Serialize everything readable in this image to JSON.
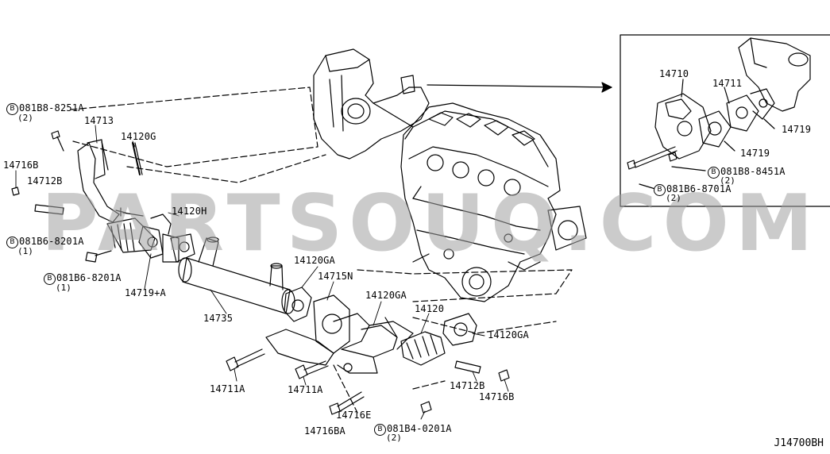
{
  "watermark": "PARTSOUQ.COM",
  "diagram_code": "J14700BH",
  "labels": {
    "l_081b8_8251a": "081B8-8251A",
    "q_081b8_8251a": "(2)",
    "l_14713": "14713",
    "l_14120g": "14120G",
    "l_14716b_left": "14716B",
    "l_14712b_left": "14712B",
    "l_14120h": "14120H",
    "l_081b6_8201a_a": "081B6-8201A",
    "q_081b6_8201a_a": "(1)",
    "l_081b6_8201a_b": "081B6-8201A",
    "q_081b6_8201a_b": "(1)",
    "l_14719a": "14719+A",
    "l_14735": "14735",
    "l_14120ga_a": "14120GA",
    "l_14715n": "14715N",
    "l_14120ga_b": "14120GA",
    "l_14120": "14120",
    "l_14120ga_c": "14120GA",
    "l_14711a_a": "14711A",
    "l_14711a_b": "14711A",
    "l_14712b_right": "14712B",
    "l_14716b_right": "14716B",
    "l_14716e": "14716E",
    "l_14716ba": "14716BA",
    "l_081b4_0201a": "081B4-0201A",
    "q_081b4_0201a": "(2)",
    "l_14710": "14710",
    "l_14711": "14711",
    "l_14719_a": "14719",
    "l_14719_b": "14719",
    "l_081b8_8451a": "081B8-8451A",
    "q_081b8_8451a": "(2)",
    "l_081b6_8701a": "081B6-8701A",
    "q_081b6_8701a": "(2)",
    "bolt_mark": "B"
  }
}
